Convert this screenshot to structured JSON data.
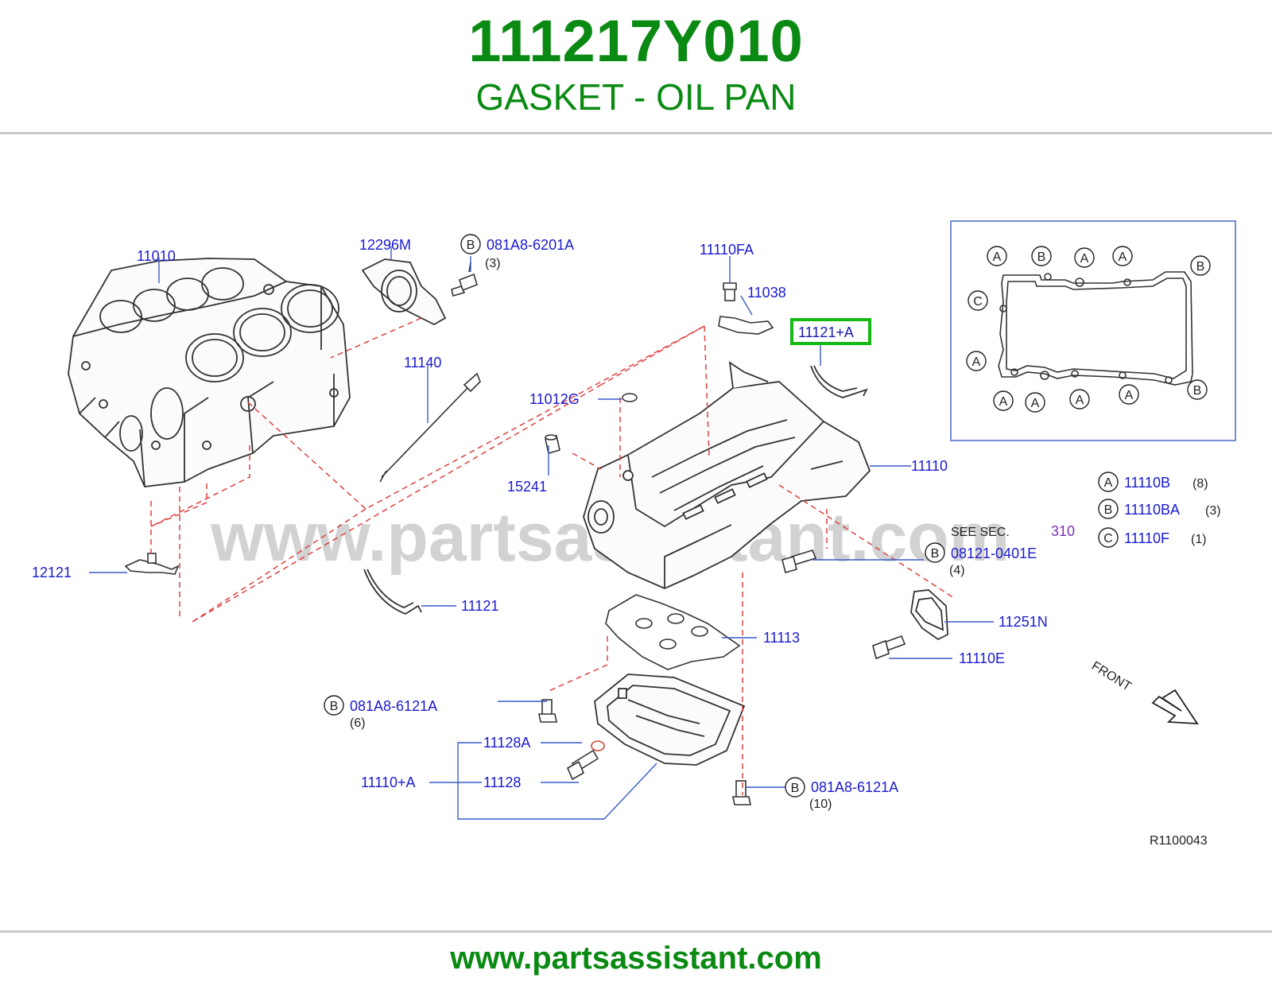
{
  "header": {
    "part_number": "111217Y010",
    "part_name": "GASKET - OIL PAN"
  },
  "footer": {
    "url": "www.partsassistant.com"
  },
  "watermark": "www.partsassistant.com",
  "diagram": {
    "code": "R1100043",
    "front_label": "FRONT",
    "see_sec": {
      "text": "SEE   SEC.",
      "number": "310"
    },
    "highlight_color": "#14b914",
    "labels": {
      "l11010": "11010",
      "l12296M": "12296M",
      "l081A8_6201A": "081A8-6201A",
      "q3a": "(3)",
      "l11110FA": "11110FA",
      "l11038": "11038",
      "l11121A": "11121+A",
      "l11140": "11140",
      "l11012G": "11012G",
      "l15241": "15241",
      "l11110": "11110",
      "l12121": "12121",
      "l11121": "11121",
      "l11113": "11113",
      "l08121_0401E": "08121-0401E",
      "q4": "(4)",
      "l11251N": "11251N",
      "l11110E": "11110E",
      "l081A8_6121A_a": "081A8-6121A",
      "q6": "(6)",
      "l11128A": "11128A",
      "l11110A": "11110+A",
      "l11128": "11128",
      "l081A8_6121A_b": "081A8-6121A",
      "q10": "(10)"
    },
    "legend": [
      {
        "key": "A",
        "part": "11110B",
        "qty": "(8)"
      },
      {
        "key": "B",
        "part": "11110BA",
        "qty": "(3)"
      },
      {
        "key": "C",
        "part": "11110F",
        "qty": "(1)"
      }
    ],
    "inset_markers": {
      "a1": "A",
      "b1": "B",
      "a2": "A",
      "a3": "A",
      "b2": "B",
      "c1": "C",
      "a4": "A",
      "a5": "A",
      "a6": "A",
      "a7": "A",
      "a8": "A",
      "b3": "B"
    },
    "bolt_markers": {
      "b_top": "B",
      "b_right": "B",
      "b_left": "B",
      "b_bottom": "B"
    }
  }
}
